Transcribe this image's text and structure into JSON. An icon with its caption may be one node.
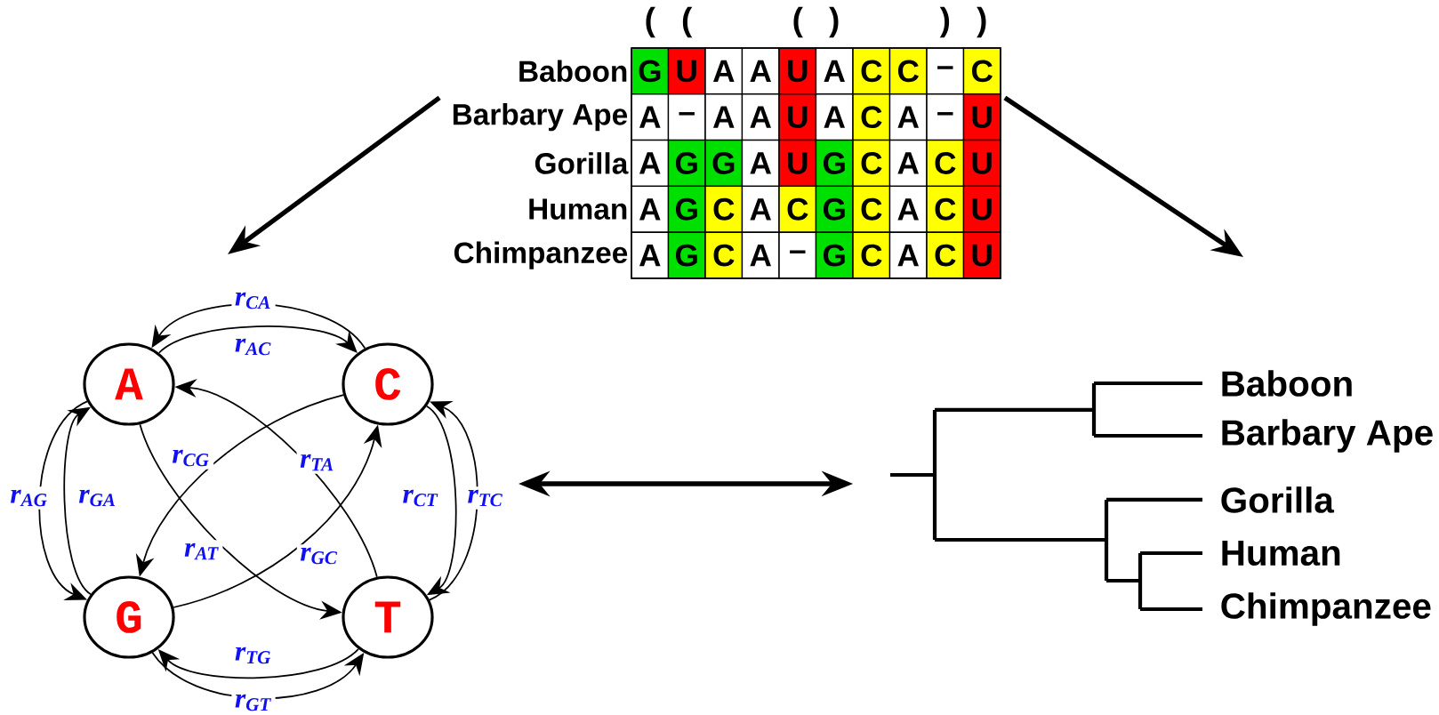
{
  "diagram": {
    "nodes": [
      {
        "text": [
          "A"
        ]
      },
      {
        "text": [
          "C"
        ]
      },
      {
        "text": [
          "G"
        ]
      },
      {
        "text": [
          "T"
        ]
      },
      {
        "text": [
          "Baboon",
          "Barbary Ape",
          "Gorilla",
          "Human",
          "Chimpanzee"
        ],
        "beside": [
          "(",
          "(",
          "(",
          ")",
          ")",
          ")"
        ]
      },
      {
        "text": [],
        "shape": "picture"
      }
    ],
    "edges": [
      {
        "from": 1,
        "to": 0,
        "arrow": "to",
        "label": "r$_{CA}$"
      },
      {
        "from": 0,
        "to": 1,
        "arrow": "to",
        "label": "r$_{AC}$"
      },
      {
        "from": 0,
        "to": 2,
        "arrow": "to",
        "label": "r$_{AG}$"
      },
      {
        "from": 2,
        "to": 0,
        "arrow": "to",
        "label": "r$_{GA}$"
      },
      {
        "from": 1,
        "to": 2,
        "arrow": "to",
        "label": "r$_{CG}$"
      },
      {
        "from": 3,
        "to": 0,
        "arrow": "to",
        "label": "r$_{TA}$"
      },
      {
        "from": 1,
        "to": 3,
        "arrow": "to",
        "label": "r$_{CT}$"
      },
      {
        "from": 3,
        "to": 1,
        "arrow": "to",
        "label": "r$_{TC}$"
      },
      {
        "from": 0,
        "to": 3,
        "arrow": "to",
        "label": "r$_{AT}$"
      },
      {
        "from": 2,
        "to": 1,
        "arrow": "to",
        "label": "r$_{GC}$"
      },
      {
        "from": 3,
        "to": 2,
        "arrow": "to",
        "label": "r$_{TG}$"
      },
      {
        "from": 2,
        "to": 3,
        "arrow": "to",
        "label": "r$_{GT}$"
      },
      {
        "from": 4,
        "to": null,
        "arrow": "to",
        "style": "thick"
      },
      {
        "from": 4,
        "to": null,
        "arrow": "to",
        "style": "thick"
      },
      {
        "from": null,
        "to": 5,
        "arrow": "both",
        "style": "thick"
      }
    ],
    "labels": [
      "G",
      "U",
      "A",
      "A",
      "U",
      "A",
      "C",
      "C",
      "–",
      "C",
      "A",
      "–",
      "A",
      "A",
      "U",
      "A",
      "C",
      "A",
      "–",
      "U",
      "A",
      "G",
      "G",
      "A",
      "U",
      "G",
      "C",
      "A",
      "C",
      "U",
      "A",
      "G",
      "C",
      "A",
      "C",
      "G",
      "C",
      "A",
      "C",
      "U",
      "A",
      "G",
      "C",
      "A",
      "–",
      "G",
      "C",
      "A",
      "C",
      "U",
      "Baboon",
      "Barbary Ape",
      "Gorilla",
      "Human",
      "Chimpanzee"
    ]
  }
}
